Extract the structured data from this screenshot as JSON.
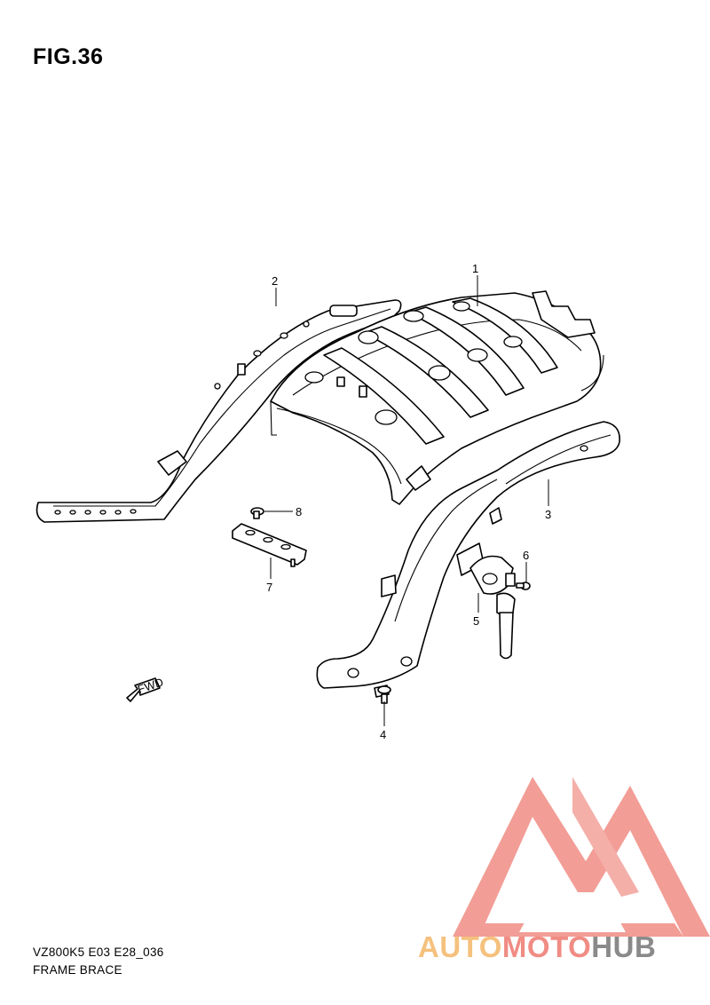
{
  "figure": {
    "title": "FIG.36",
    "model_code": "VZ800K5 E03 E28_036",
    "caption": "FRAME BRACE"
  },
  "callouts": [
    {
      "id": "1",
      "label": "1"
    },
    {
      "id": "2",
      "label": "2"
    },
    {
      "id": "3",
      "label": "3"
    },
    {
      "id": "4",
      "label": "4"
    },
    {
      "id": "5",
      "label": "5"
    },
    {
      "id": "6",
      "label": "6"
    },
    {
      "id": "7",
      "label": "7"
    },
    {
      "id": "8",
      "label": "8"
    }
  ],
  "direction_arrow": {
    "label": "FWD"
  },
  "watermark": {
    "part1": "AUTO",
    "part2": "MOTO",
    "part3": "HUB",
    "colors": {
      "part1": "#f5c17e",
      "part2": "#f08c84",
      "part3": "#8a8a8a",
      "logo": "#f08c84"
    }
  }
}
